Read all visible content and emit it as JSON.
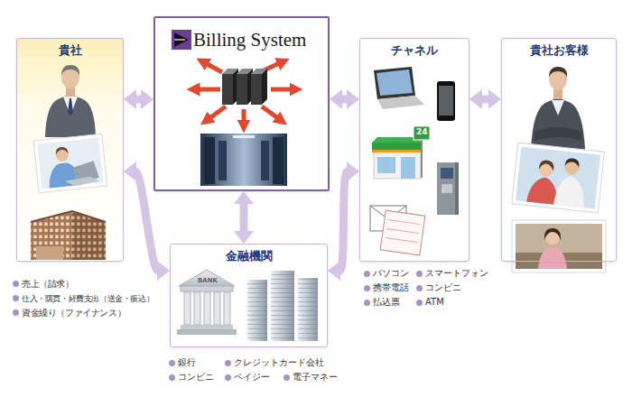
{
  "diagram": {
    "nodes": [
      {
        "text": [
          "貴社"
        ]
      },
      {
        "text": [
          "Billing System"
        ]
      },
      {
        "text": [
          "チャネル"
        ]
      },
      {
        "text": [
          "貴社お客様"
        ]
      },
      {
        "text": [
          "金融機関"
        ]
      }
    ],
    "edges": [
      {
        "from": 0,
        "to": 1,
        "arrow": "both"
      },
      {
        "from": 1,
        "to": 2,
        "arrow": "both"
      },
      {
        "from": 2,
        "to": 3,
        "arrow": "both"
      },
      {
        "from": 1,
        "to": 4,
        "arrow": "both"
      },
      {
        "from": 0,
        "to": 4,
        "arrow": "both"
      },
      {
        "from": 2,
        "to": 4,
        "arrow": "both"
      }
    ],
    "labels": [
      "売上（請求）",
      "仕入・購買・経費支出（送金・振込）",
      "資金繰り（ファイナンス）",
      "パソコン",
      "スマートフォン",
      "携帯電話",
      "コンビニ",
      "払込票",
      "ATM",
      "銀行",
      "クレジットカード会社",
      "コンビニ",
      "ペイジー",
      "電子マネー",
      "BANK",
      "24"
    ]
  }
}
